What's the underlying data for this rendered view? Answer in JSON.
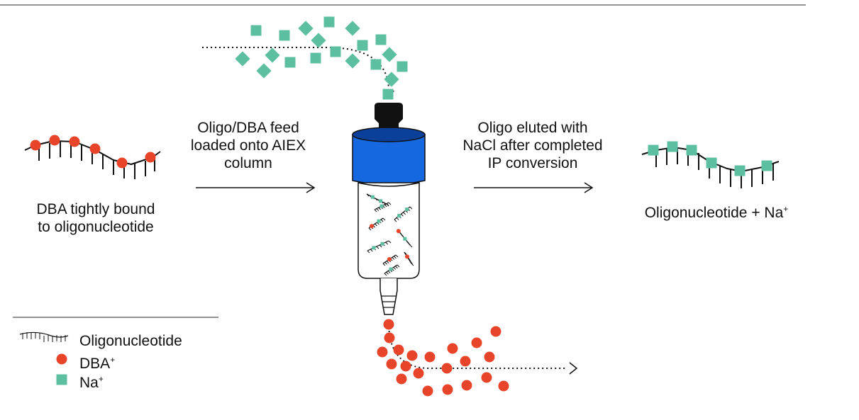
{
  "steps": [
    {
      "line1": "Oligo/DBA feed",
      "line2": "loaded onto AIEX",
      "line3": "column"
    },
    {
      "line1": "Oligo eluted with",
      "line2": "NaCl after completed",
      "line3": "IP conversion"
    }
  ],
  "left_caption": {
    "line1": "DBA tightly bound",
    "line2": "to oligonucleotide"
  },
  "right_caption": {
    "text": "Oligonucleotide + Na",
    "sup": "+"
  },
  "legend": {
    "items": [
      {
        "icon": "oligonucleotide-strand-icon",
        "label": "Oligonucleotide",
        "sup": ""
      },
      {
        "icon": "dba-circle-icon",
        "label": "DBA",
        "sup": "+"
      },
      {
        "icon": "na-square-icon",
        "label": "Na",
        "sup": "+"
      }
    ]
  },
  "colors": {
    "dba": "#e8442a",
    "na": "#5cbfa2",
    "column_cap": "#1568e0",
    "column_cap_dark": "#0a3f9a",
    "strand": "#111111",
    "rule": "#555555"
  }
}
